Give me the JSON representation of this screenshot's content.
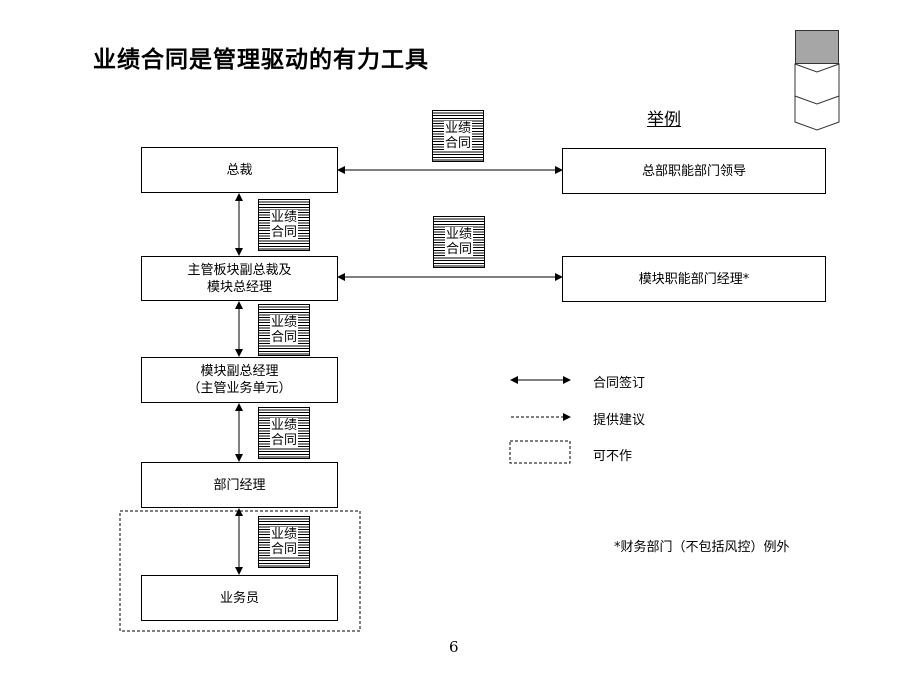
{
  "title": "业绩合同是管理驱动的有力工具",
  "example_label": "举例",
  "left_boxes": {
    "president": "总裁",
    "sector_vp_line1": "主管板块副总裁及",
    "sector_vp_line2": "模块总经理",
    "module_deputy_line1": "模块副总经理",
    "module_deputy_line2": "（主管业务单元）",
    "dept_manager": "部门经理",
    "salesperson": "业务员"
  },
  "right_boxes": {
    "hq_function_leader": "总部职能部门领导",
    "module_function_manager": "模块职能部门经理*"
  },
  "contract_icon": {
    "line1": "业绩",
    "line2": "合同"
  },
  "legend": {
    "signing": "合同签订",
    "advice": "提供建议",
    "optional": "可不作"
  },
  "footnote": "*财务部门（不包括风控）例外",
  "page_number": "6",
  "colors": {
    "tag_fill": "#a6a6a6",
    "line": "#000000"
  }
}
